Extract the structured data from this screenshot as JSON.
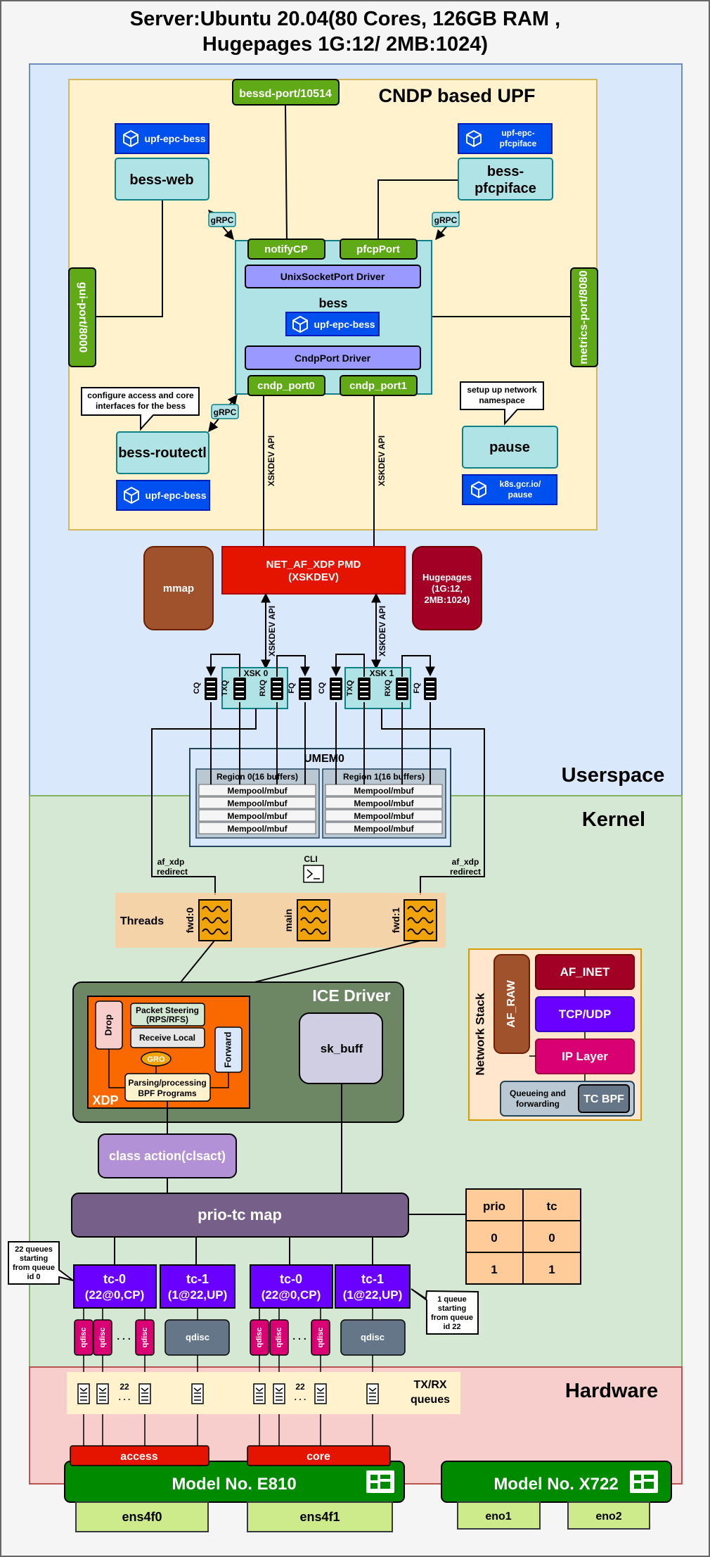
{
  "title": {
    "line1": "Server:Ubuntu 20.04(80 Cores, 126GB RAM ,",
    "line2": "Hugepages 1G:12/ 2MB:1024)"
  },
  "zones": {
    "userspace": "Userspace",
    "kernel": "Kernel",
    "hardware": "Hardware"
  },
  "upf": {
    "title": "CNDP based UPF",
    "bessd_port": "bessd-port/10514",
    "gui_port": "gui-port/8000",
    "metrics_port": "metrics-port/8080",
    "bess_web": "bess-web",
    "bess_web_image": "upf-epc-bess",
    "bess_pfcpiface_line1": "bess-",
    "bess_pfcpiface_line2": "pfcpiface",
    "pfcpiface_image_line1": "upf-epc-",
    "pfcpiface_image_line2": "pfcpiface",
    "grpc": "gRPC",
    "bess": "bess",
    "notify_cp": "notifyCP",
    "pfcp_port": "pfcpPort",
    "unix_socket_driver": "UnixSocketPort Driver",
    "bess_image": "upf-epc-bess",
    "cndp_driver": "CndpPort Driver",
    "cndp_port0": "cndp_port0",
    "cndp_port1": "cndp_port1",
    "routectl_note_line1": "configure access and core",
    "routectl_note_line2": "interfaces for the bess",
    "bess_routectl": "bess-routectl",
    "routectl_image": "upf-epc-bess",
    "pause_note_line1": "setup up network",
    "pause_note_line2": "namespace",
    "pause": "pause",
    "pause_image_line1": "k8s.gcr.io/",
    "pause_image_line2": "pause",
    "xskdev_api": "XSKDEV API"
  },
  "middle": {
    "mmap": "mmap",
    "pmd_line1": "NET_AF_XDP PMD",
    "pmd_line2": "(XSKDEV)",
    "hugepages_line1": "Hugepages",
    "hugepages_line2": "(1G:12,",
    "hugepages_line3": "2MB:1024)",
    "xsk0": "XSK 0",
    "xsk1": "XSK 1",
    "cq": "CQ",
    "txq": "TXQ",
    "rxq": "RXQ",
    "fq": "FQ"
  },
  "umem": {
    "title": "UMEM0",
    "region0": "Region 0(16 buffers)",
    "region1": "Region 1(16 buffers)",
    "mempool": "Mempool/mbuf"
  },
  "threads": {
    "label": "Threads",
    "fwd0": "fwd:0",
    "main": "main",
    "fwd1": "fwd:1",
    "cli": "CLI",
    "redirect_line1": "af_xdp",
    "redirect_line2": "redirect"
  },
  "ice": {
    "title": "ICE Driver",
    "xdp": "XDP",
    "drop": "Drop",
    "steering_line1": "Packet Steering",
    "steering_line2": "(RPS/RFS)",
    "receive_local": "Receive Local",
    "gro": "GRO",
    "forward": "Forward",
    "parsing_line1": "Parsing/processing",
    "parsing_line2": "BPF Programs",
    "sk_buff": "sk_buff"
  },
  "netstack": {
    "title": "Network Stack",
    "af_raw": "AF_RAW",
    "af_inet": "AF_INET",
    "tcp_udp": "TCP/UDP",
    "ip_layer": "IP Layer",
    "queueing_line1": "Queueing and",
    "queueing_line2": "forwarding",
    "tc_bpf": "TC BPF"
  },
  "tc": {
    "clsact": "class action(clsact)",
    "prio_map": "prio-tc map",
    "table_headers": [
      "prio",
      "tc"
    ],
    "table_rows": [
      [
        "0",
        "0"
      ],
      [
        "1",
        "1"
      ]
    ],
    "tc0": "tc-0",
    "tc0_sub": "(22@0,CP)",
    "tc1": "tc-1",
    "tc1_sub": "(1@22,UP)",
    "note_left_line1": "22 queues",
    "note_left_line2": "starting",
    "note_left_line3": "from queue",
    "note_left_line4": "id 0",
    "note_right_line1": "1 queue",
    "note_right_line2": "starting",
    "note_right_line3": "from queue",
    "note_right_line4": "id 22",
    "qdisc": "qdisc",
    "dots": ". . .",
    "count": "22"
  },
  "hardware": {
    "queues_line1": "TX/RX",
    "queues_line2": "queues",
    "access": "access",
    "core": "core",
    "nic1": "Model No. E810",
    "nic2": "Model No. X722",
    "ens4f0": "ens4f0",
    "ens4f1": "ens4f1",
    "eno1": "eno1",
    "eno2": "eno2"
  },
  "colors": {
    "userspace_bg": "#dae8fc",
    "kernel_bg": "#d5e8d4",
    "hardware_bg": "#f8cecc",
    "upf_bg": "#fff2cc",
    "green_port": "#60a917",
    "teal_box": "#b0e3e6",
    "purple_driver": "#9999ff",
    "blue_image": "#0050ef",
    "red_pmd": "#e51400",
    "brown": "#a0522d",
    "maroon": "#a20025",
    "orange_thread": "#f0a30a",
    "ice_bg": "#6d8764",
    "xdp_orange": "#fa6800",
    "violet": "#6a00ff",
    "magenta": "#d80073",
    "slate": "#647687",
    "tc_map": "#76608a",
    "clsact": "#b391d6",
    "nic_green": "#008a00",
    "lime_iface": "#cdeb8b"
  }
}
